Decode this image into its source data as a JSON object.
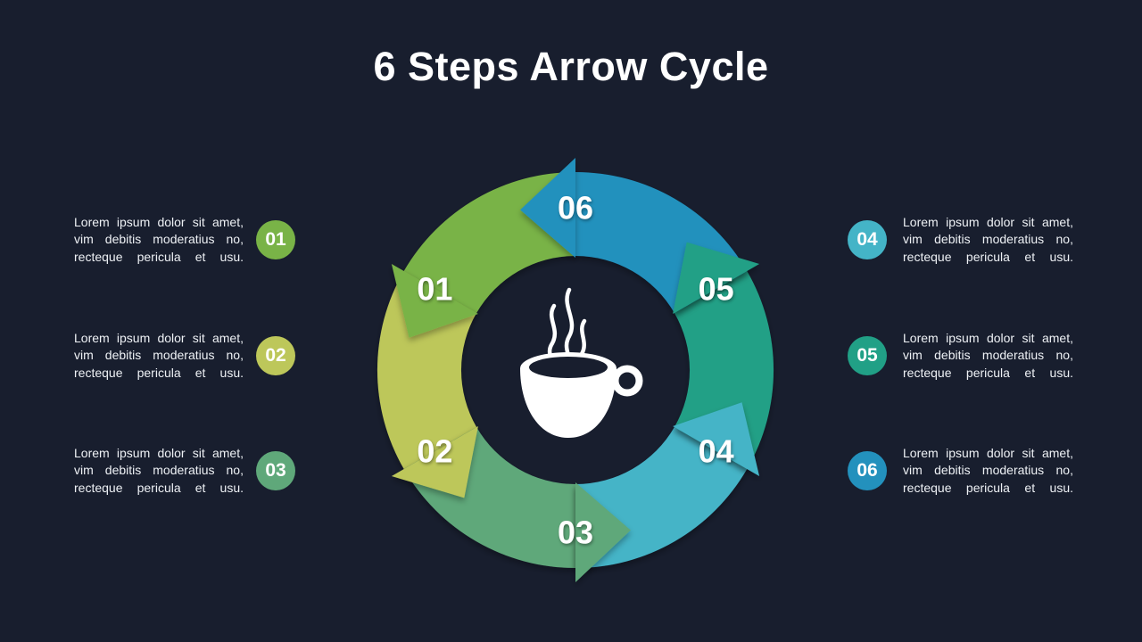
{
  "title": "6 Steps Arrow Cycle",
  "background_color": "#181e2e",
  "text_color": "#eef1f5",
  "center_icon": "coffee-cup-icon",
  "steps": [
    {
      "num": "01",
      "color": "#79b347",
      "position_deg": 300,
      "lines": [
        "Lorem ipsum dolor sit amet,",
        "vim debitis moderatius no,",
        "recteque pericula et usu."
      ]
    },
    {
      "num": "02",
      "color": "#bdc75a",
      "position_deg": 240,
      "lines": [
        "Lorem ipsum dolor sit amet,",
        "vim debitis moderatius no,",
        "recteque pericula et usu."
      ]
    },
    {
      "num": "03",
      "color": "#5fa87a",
      "position_deg": 180,
      "lines": [
        "Lorem ipsum dolor sit amet,",
        "vim debitis moderatius no,",
        "recteque pericula et usu."
      ]
    },
    {
      "num": "04",
      "color": "#44b4c7",
      "position_deg": 120,
      "lines": [
        "Lorem ipsum dolor sit amet,",
        "vim debitis moderatius no,",
        "recteque pericula et usu."
      ]
    },
    {
      "num": "05",
      "color": "#21a086",
      "position_deg": 60,
      "lines": [
        "Lorem ipsum dolor sit amet,",
        "vim debitis moderatius no,",
        "recteque pericula et usu."
      ]
    },
    {
      "num": "06",
      "color": "#2391bd",
      "position_deg": 0,
      "lines": [
        "Lorem ipsum dolor sit amet,",
        "vim debitis moderatius no,",
        "recteque pericula et usu."
      ]
    }
  ]
}
